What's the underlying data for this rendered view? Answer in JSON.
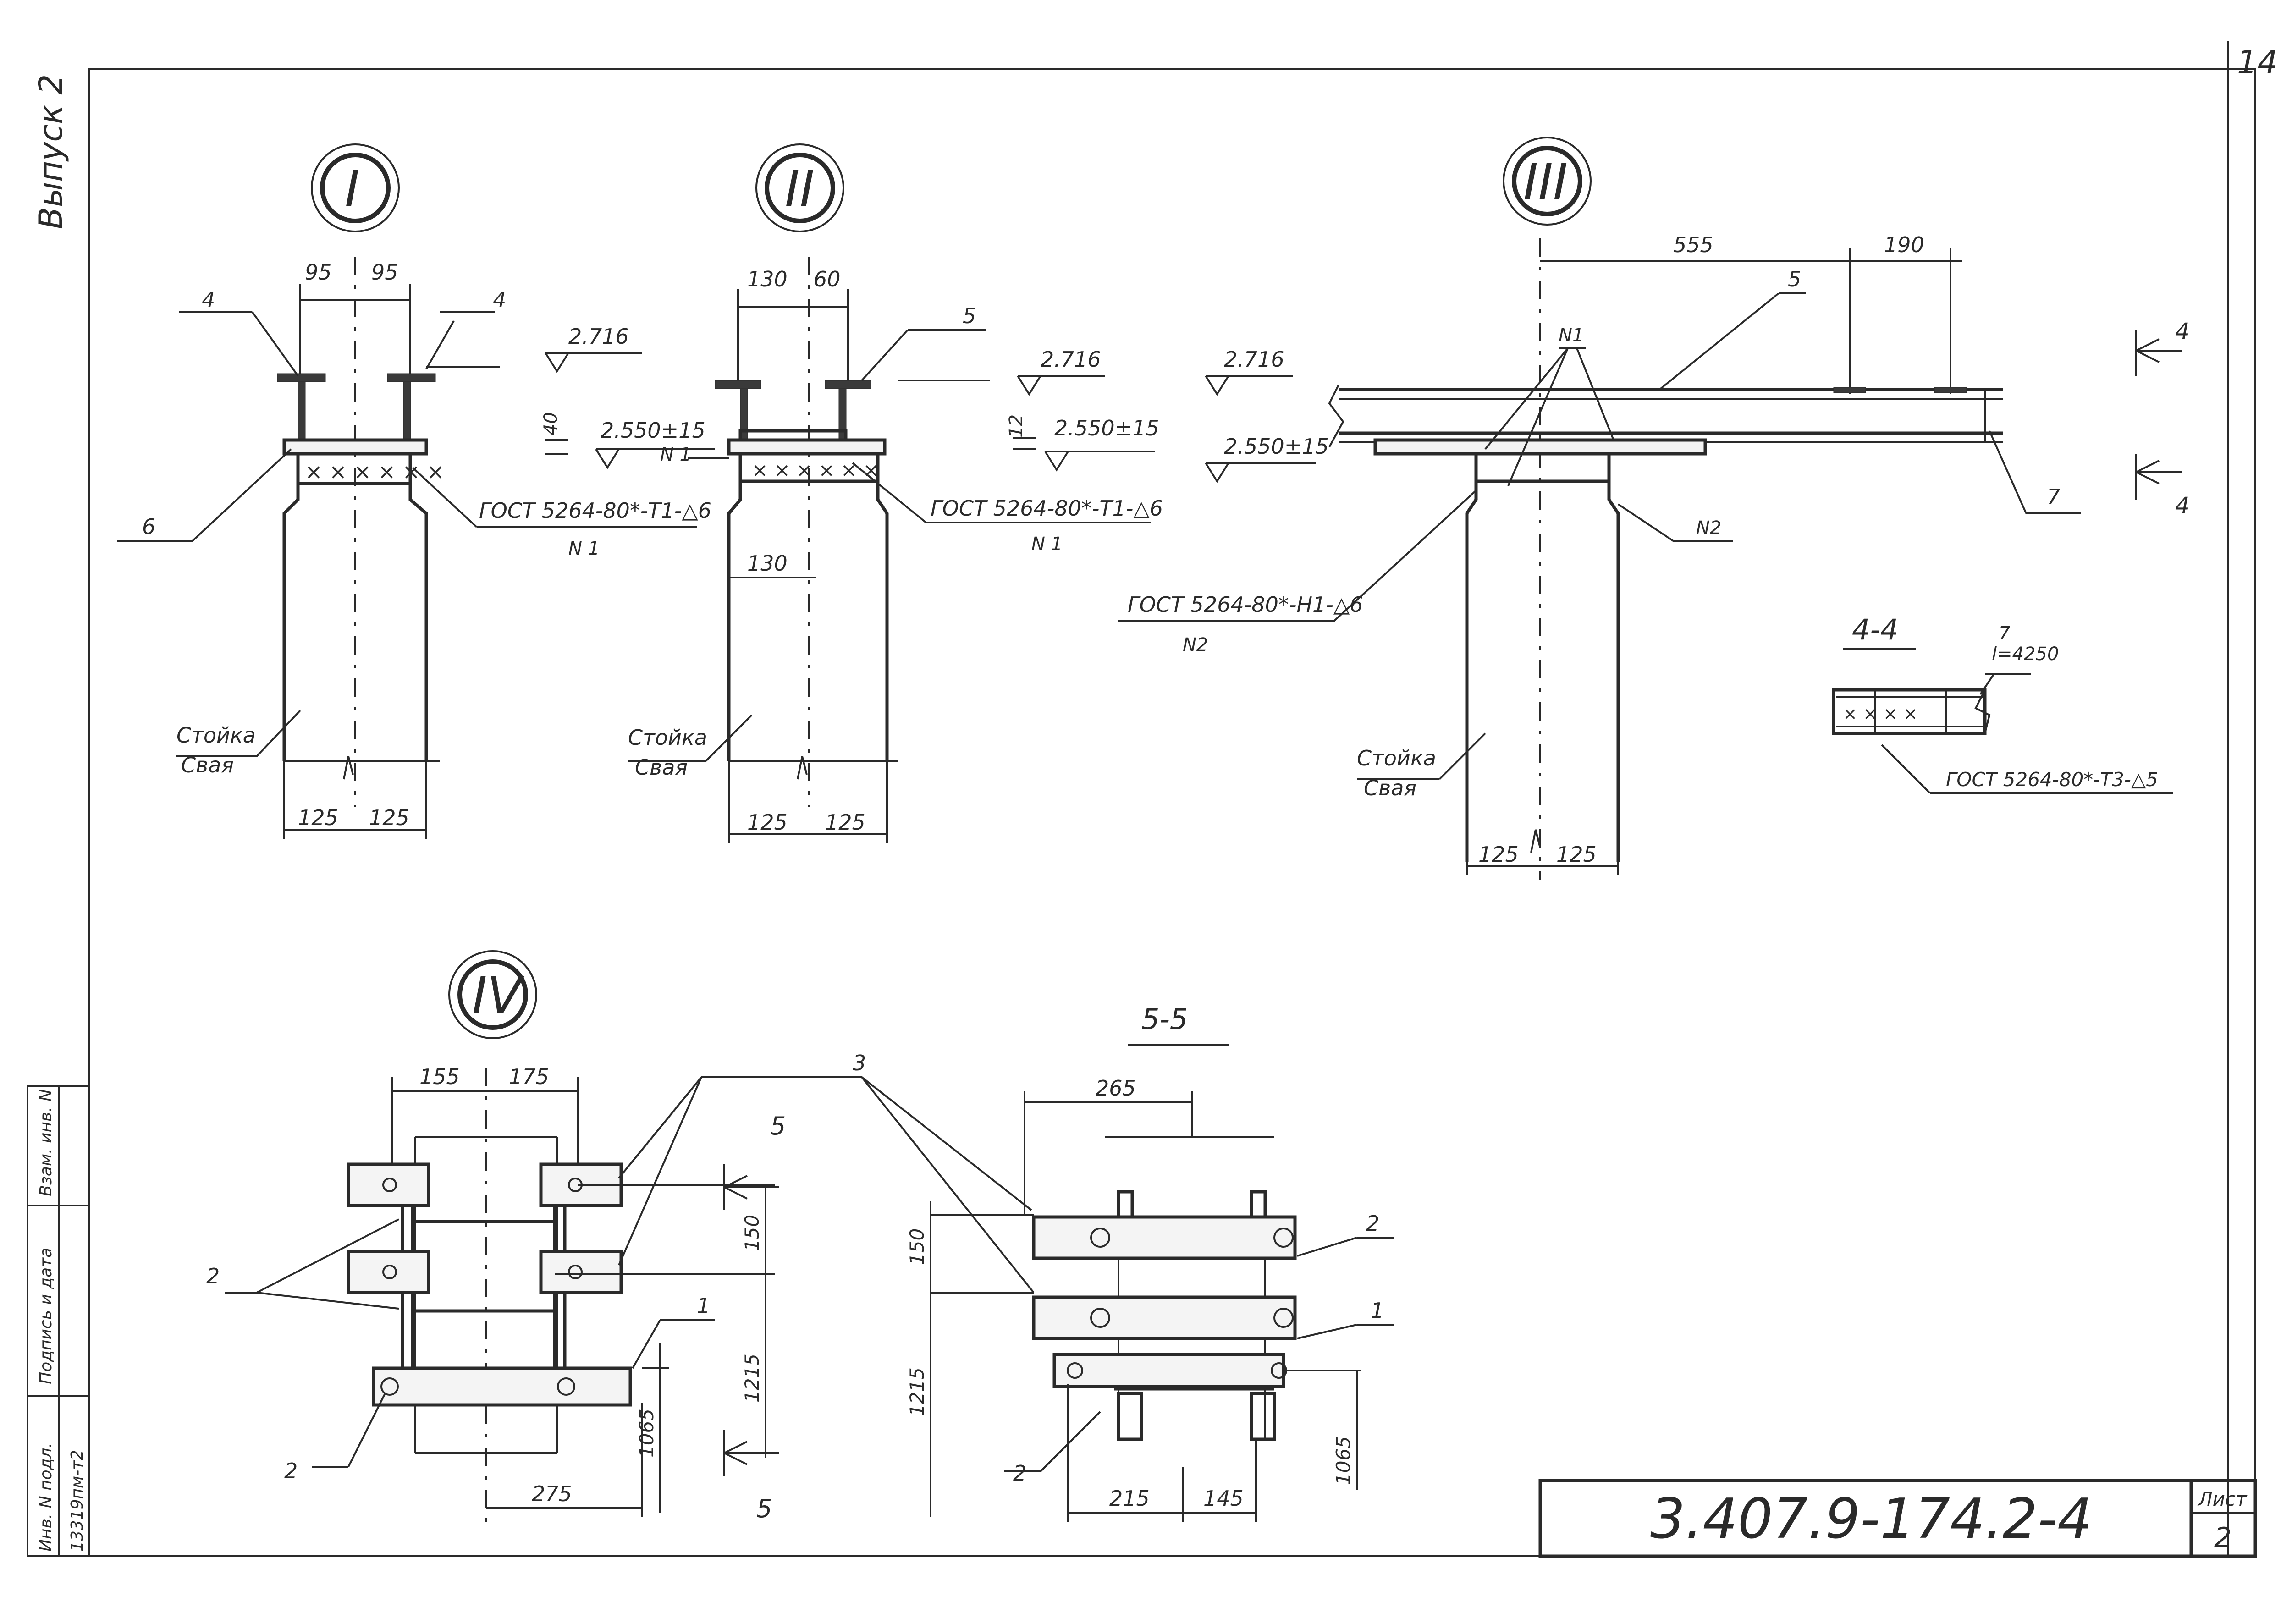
{
  "sheet": {
    "edition": "Выпуск 2",
    "corner_mark": "14",
    "code": "3.407.9-174.2-4",
    "sheet_label": "Лист",
    "sheet_number": "2",
    "stamp": {
      "inv_no": "Инв. N подл.",
      "sign_date": "Подпись и дата",
      "replace_inv": "Взам. инв. N",
      "inv_value": "13319пм-т2"
    }
  },
  "node1": {
    "roman": "I",
    "dim_top_left": "95",
    "dim_top_right": "95",
    "pos_left": "4",
    "pos_right": "4",
    "elev_top": "2.716",
    "elev_low": "2.550±15",
    "dim_40": "40",
    "pos_6": "6",
    "weld": "ГОСТ 5264-80*-Т1-△6",
    "weld_n": "N 1",
    "label_stoika": "Стойка",
    "label_svaya": "Свая",
    "dim_bot_left": "125",
    "dim_bot_right": "125"
  },
  "node2": {
    "roman": "II",
    "dim_top_left": "130",
    "dim_top_right": "60",
    "pos_5": "5",
    "elev_top": "2.716",
    "elev_low": "2.550±15",
    "dim_12": "12",
    "n1": "N 1",
    "weld": "ГОСТ 5264-80*-Т1-△6",
    "weld_n": "N 1",
    "dim_130": "130",
    "label_stoika": "Стойка",
    "label_svaya": "Свая",
    "dim_bot_left": "125",
    "dim_bot_right": "125"
  },
  "node3": {
    "roman": "III",
    "dim_555": "555",
    "dim_190": "190",
    "pos_5": "5",
    "n1": "N1",
    "elev_top": "2.716",
    "elev_low": "2.550±15",
    "pos_7": "7",
    "n2": "N2",
    "weld": "ГОСТ 5264-80*-Н1-△6",
    "weld_n": "N2",
    "label_stoika": "Стойка",
    "label_svaya": "Свая",
    "dim_bot_left": "125",
    "dim_bot_right": "125",
    "cut_label_a": "4",
    "cut_label_b": "4"
  },
  "section44": {
    "title": "4-4",
    "pos_7": "7",
    "length": "l=4250",
    "weld": "ГОСТ 5264-80*-Т3-△5"
  },
  "node4": {
    "roman": "IV",
    "dim_155": "155",
    "dim_175": "175",
    "pos_3": "3",
    "pos_2a": "2",
    "pos_2b": "2",
    "pos_1": "1",
    "cut_5a": "5",
    "cut_5b": "5",
    "dim_150": "150",
    "dim_1215": "1215",
    "dim_1065": "1065",
    "dim_275": "275"
  },
  "section55": {
    "title": "5-5",
    "dim_265": "265",
    "dim_150": "150",
    "dim_1215": "1215",
    "dim_1065": "1065",
    "pos_2a": "2",
    "pos_2b": "2",
    "pos_1": "1",
    "dim_215": "215",
    "dim_145": "145"
  }
}
